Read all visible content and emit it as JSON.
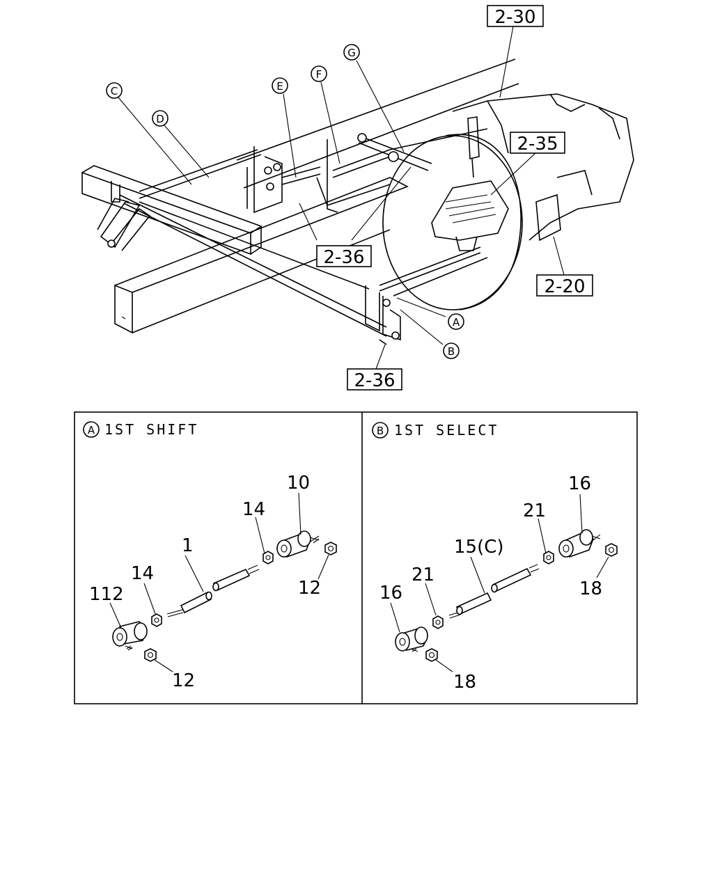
{
  "callout_boxes": {
    "c_2_30": "2-30",
    "c_2_35": "2-35",
    "c_2_36_upper": "2-36",
    "c_2_20": "2-20",
    "c_2_36_lower": "2-36"
  },
  "circle_labels": {
    "C": "C",
    "D": "D",
    "E": "E",
    "F": "F",
    "G": "G",
    "A": "A",
    "B": "B"
  },
  "panel_a": {
    "circle": "A",
    "title": "1ST SHIFT",
    "labels": {
      "p10": "10",
      "p14_top": "14",
      "p1": "1",
      "p12_right": "12",
      "p14_left": "14",
      "p112": "112",
      "p12_bottom": "12"
    }
  },
  "panel_b": {
    "circle": "B",
    "title": "1ST SELECT",
    "labels": {
      "p16_top": "16",
      "p21_top": "21",
      "p15": "15(C)",
      "p18_right": "18",
      "p21_left": "21",
      "p16_left": "16",
      "p18_bottom": "18"
    }
  }
}
